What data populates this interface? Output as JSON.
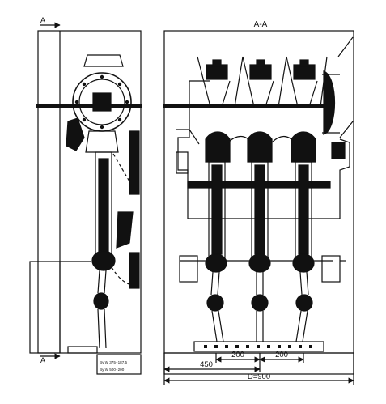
{
  "side_view": {
    "section_mark_top": "A",
    "section_mark_bottom": "A",
    "note_line_1": "By W 375+187.5",
    "note_line_2": "By W 500+200"
  },
  "front_view": {
    "section_title": "A-A",
    "dim_left_spacing": "200",
    "dim_right_spacing": "200",
    "dim_offset": "450",
    "dim_total": "D=900"
  }
}
